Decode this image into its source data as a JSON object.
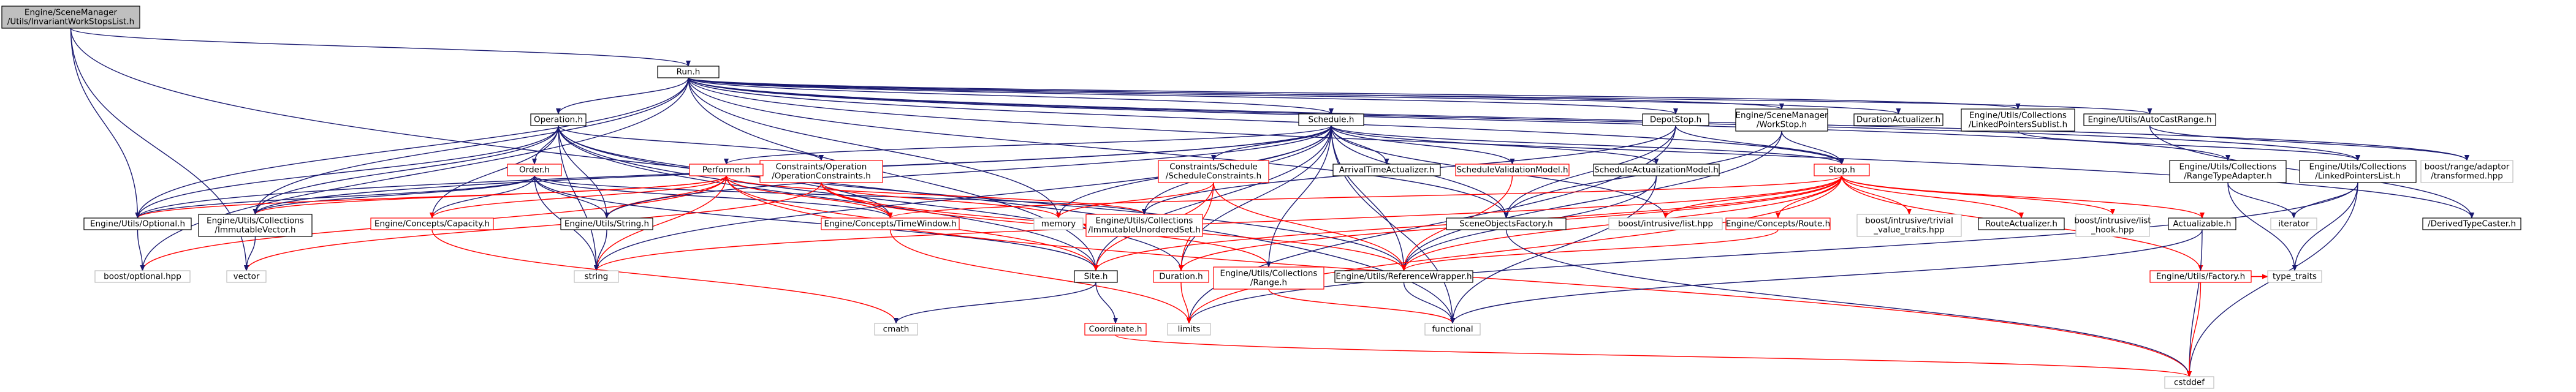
{
  "diagram": {
    "kind": "include-dependency-graph",
    "colors": {
      "edge_default": "#191970",
      "edge_red": "#ff0000",
      "edge_black": "#000000",
      "root_fill": "#bfbfbf",
      "node_fill": "#ffffff",
      "node_stroke_default": "#000000",
      "node_stroke_red": "#ff0000",
      "node_stroke_grey": "#bfbfbf"
    },
    "nodes": [
      {
        "id": "root",
        "lines": [
          "Engine/SceneManager",
          "/Utils/InvariantWorkStopsList.h"
        ],
        "style": "root"
      },
      {
        "id": "run",
        "lines": [
          "Run.h"
        ],
        "style": "normal"
      },
      {
        "id": "operation",
        "lines": [
          "Operation.h"
        ],
        "style": "normal"
      },
      {
        "id": "schedule",
        "lines": [
          "Schedule.h"
        ],
        "style": "normal"
      },
      {
        "id": "depotstop",
        "lines": [
          "DepotStop.h"
        ],
        "style": "normal"
      },
      {
        "id": "workstop",
        "lines": [
          "Engine/SceneManager",
          "/WorkStop.h"
        ],
        "style": "normal"
      },
      {
        "id": "durationact",
        "lines": [
          "DurationActualizer.h"
        ],
        "style": "normal"
      },
      {
        "id": "lpsublist",
        "lines": [
          "Engine/Utils/Collections",
          "/LinkedPointersSublist.h"
        ],
        "style": "normal"
      },
      {
        "id": "autocast",
        "lines": [
          "Engine/Utils/AutoCastRange.h"
        ],
        "style": "normal"
      },
      {
        "id": "order",
        "lines": [
          "Order.h"
        ],
        "style": "red"
      },
      {
        "id": "constraintsop",
        "lines": [
          "Constraints/Operation",
          "/OperationConstraints.h"
        ],
        "style": "red"
      },
      {
        "id": "performer",
        "lines": [
          "Performer.h"
        ],
        "style": "red"
      },
      {
        "id": "constraintssch",
        "lines": [
          "Constraints/Schedule",
          "/ScheduleConstraints.h"
        ],
        "style": "red"
      },
      {
        "id": "arrivaltime",
        "lines": [
          "ArrivalTimeActualizer.h"
        ],
        "style": "normal"
      },
      {
        "id": "schedvalid",
        "lines": [
          "ScheduleValidationModel.h"
        ],
        "style": "red"
      },
      {
        "id": "schedact",
        "lines": [
          "ScheduleActualizationModel.h"
        ],
        "style": "normal"
      },
      {
        "id": "stop",
        "lines": [
          "Stop.h"
        ],
        "style": "red"
      },
      {
        "id": "rangetype",
        "lines": [
          "Engine/Utils/Collections",
          "/RangeTypeAdapter.h"
        ],
        "style": "normal"
      },
      {
        "id": "lplist",
        "lines": [
          "Engine/Utils/Collections",
          "/LinkedPointersList.h"
        ],
        "style": "normal"
      },
      {
        "id": "boostrange",
        "lines": [
          "boost/range/adaptor",
          "/transformed.hpp"
        ],
        "style": "grey"
      },
      {
        "id": "optional",
        "lines": [
          "Engine/Utils/Optional.h"
        ],
        "style": "normal"
      },
      {
        "id": "immvec",
        "lines": [
          "Engine/Utils/Collections",
          "/ImmutableVector.h"
        ],
        "style": "normal"
      },
      {
        "id": "capacity",
        "lines": [
          "Engine/Concepts/Capacity.h"
        ],
        "style": "red"
      },
      {
        "id": "strh",
        "lines": [
          "Engine/Utils/String.h"
        ],
        "style": "normal"
      },
      {
        "id": "timewindow",
        "lines": [
          "Engine/Concepts/TimeWindow.h"
        ],
        "style": "red"
      },
      {
        "id": "memory",
        "lines": [
          "memory"
        ],
        "style": "grey"
      },
      {
        "id": "immuset",
        "lines": [
          "Engine/Utils/Collections",
          "/ImmutableUnorderedSet.h"
        ],
        "style": "red"
      },
      {
        "id": "sceneobjf",
        "lines": [
          "SceneObjectsFactory.h"
        ],
        "style": "normal"
      },
      {
        "id": "boostlist",
        "lines": [
          "boost/intrusive/list.hpp"
        ],
        "style": "grey"
      },
      {
        "id": "concroute",
        "lines": [
          "Engine/Concepts/Route.h"
        ],
        "style": "red"
      },
      {
        "id": "boosttrivial",
        "lines": [
          "boost/intrusive/trivial",
          "_value_traits.hpp"
        ],
        "style": "grey"
      },
      {
        "id": "routeact",
        "lines": [
          "RouteActualizer.h"
        ],
        "style": "normal"
      },
      {
        "id": "boostlisthook",
        "lines": [
          "boost/intrusive/list",
          "_hook.hpp"
        ],
        "style": "grey"
      },
      {
        "id": "actualizable",
        "lines": [
          "Actualizable.h"
        ],
        "style": "normal"
      },
      {
        "id": "iterator",
        "lines": [
          "iterator"
        ],
        "style": "grey"
      },
      {
        "id": "derivedtype",
        "lines": [
          "/DerivedTypeCaster.h"
        ],
        "style": "normal"
      },
      {
        "id": "boostoptional",
        "lines": [
          "boost/optional.hpp"
        ],
        "style": "grey"
      },
      {
        "id": "vector",
        "lines": [
          "vector"
        ],
        "style": "grey"
      },
      {
        "id": "string",
        "lines": [
          "string"
        ],
        "style": "grey"
      },
      {
        "id": "siteh",
        "lines": [
          "Site.h"
        ],
        "style": "normal"
      },
      {
        "id": "durationh",
        "lines": [
          "Duration.h"
        ],
        "style": "red"
      },
      {
        "id": "collrange",
        "lines": [
          "Engine/Utils/Collections",
          "/Range.h"
        ],
        "style": "red"
      },
      {
        "id": "refwrapper",
        "lines": [
          "Engine/Utils/ReferenceWrapper.h"
        ],
        "style": "normal"
      },
      {
        "id": "factory",
        "lines": [
          "Engine/Utils/Factory.h"
        ],
        "style": "red"
      },
      {
        "id": "typetraits",
        "lines": [
          "type_traits"
        ],
        "style": "grey"
      },
      {
        "id": "cmath",
        "lines": [
          "cmath"
        ],
        "style": "grey"
      },
      {
        "id": "coordinate",
        "lines": [
          "Coordinate.h"
        ],
        "style": "red"
      },
      {
        "id": "limits",
        "lines": [
          "limits"
        ],
        "style": "grey"
      },
      {
        "id": "functional",
        "lines": [
          "functional"
        ],
        "style": "grey"
      },
      {
        "id": "cstddef",
        "lines": [
          "cstddef"
        ],
        "style": "grey"
      }
    ]
  }
}
